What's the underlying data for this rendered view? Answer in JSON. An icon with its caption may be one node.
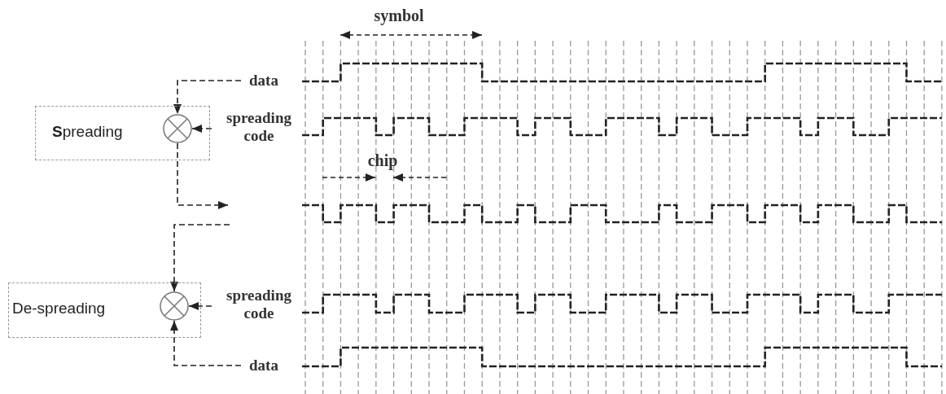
{
  "diagram": {
    "nodes": [
      {
        "text": [
          "data"
        ]
      },
      {
        "text": [
          "**S**preading"
        ]
      },
      {
        "text": [],
        "shape": "circle",
        "in": 1
      },
      {
        "text": [
          "spreading code"
        ]
      },
      {
        "text": [
          "De-spreading"
        ]
      },
      {
        "text": [],
        "shape": "circle",
        "in": 4
      },
      {
        "text": [
          "spreading code"
        ]
      },
      {
        "text": [
          "data"
        ]
      }
    ],
    "edges": [
      {
        "from": 0,
        "to": 2,
        "arrow": "to"
      },
      {
        "from": 3,
        "to": 2,
        "arrow": "to"
      },
      {
        "from": 2,
        "to": null,
        "arrow": "to"
      },
      {
        "from": null,
        "to": 5,
        "arrow": "to"
      },
      {
        "from": 6,
        "to": 5,
        "arrow": "to"
      },
      {
        "from": 7,
        "to": 5,
        "arrow": "to"
      }
    ],
    "labels": [
      "symbol",
      "chip"
    ]
  }
}
